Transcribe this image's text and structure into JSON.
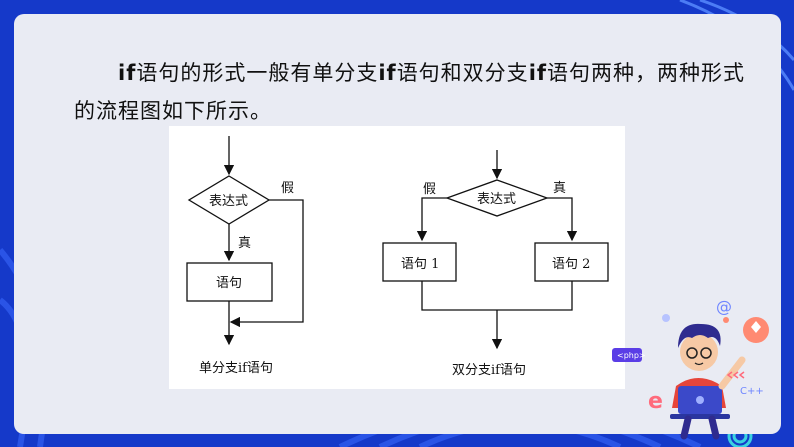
{
  "paragraph": {
    "part1": "if",
    "part2": "语句的形式一般有单分支",
    "part3": "if",
    "part4": "语句和双分支",
    "part5": "if",
    "part6": "语句两种，两种形式的流程图如下所示。"
  },
  "diagram": {
    "left": {
      "condition": "表达式",
      "false_label": "假",
      "true_label": "真",
      "statement": "语句",
      "caption": "单分支if语句"
    },
    "right": {
      "condition": "表达式",
      "false_label": "假",
      "true_label": "真",
      "statement1": "语句 1",
      "statement2": "语句 2",
      "caption": "双分支if语句"
    }
  },
  "mascot": {
    "php_tag": "<php>",
    "cpp_tag": "C++",
    "at_symbol": "@",
    "e_symbol": "e"
  },
  "colors": {
    "background": "#1539c9",
    "slide": "#e9ebf3"
  }
}
